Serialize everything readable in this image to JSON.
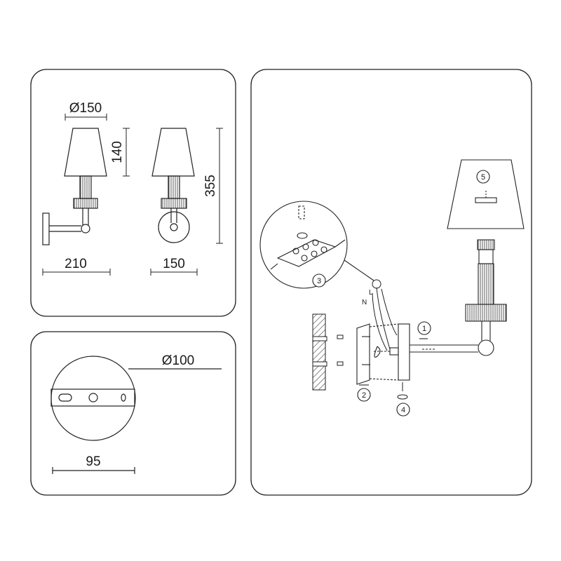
{
  "dimensions": {
    "shade_diameter": "Ø150",
    "shade_height": "140",
    "total_height": "355",
    "projection": "210",
    "backplate_width": "150",
    "mount_diameter": "Ø100",
    "mount_span": "95"
  },
  "wiring": {
    "live": "L",
    "neutral": "N"
  },
  "steps": [
    "1",
    "2",
    "3",
    "4",
    "5"
  ]
}
